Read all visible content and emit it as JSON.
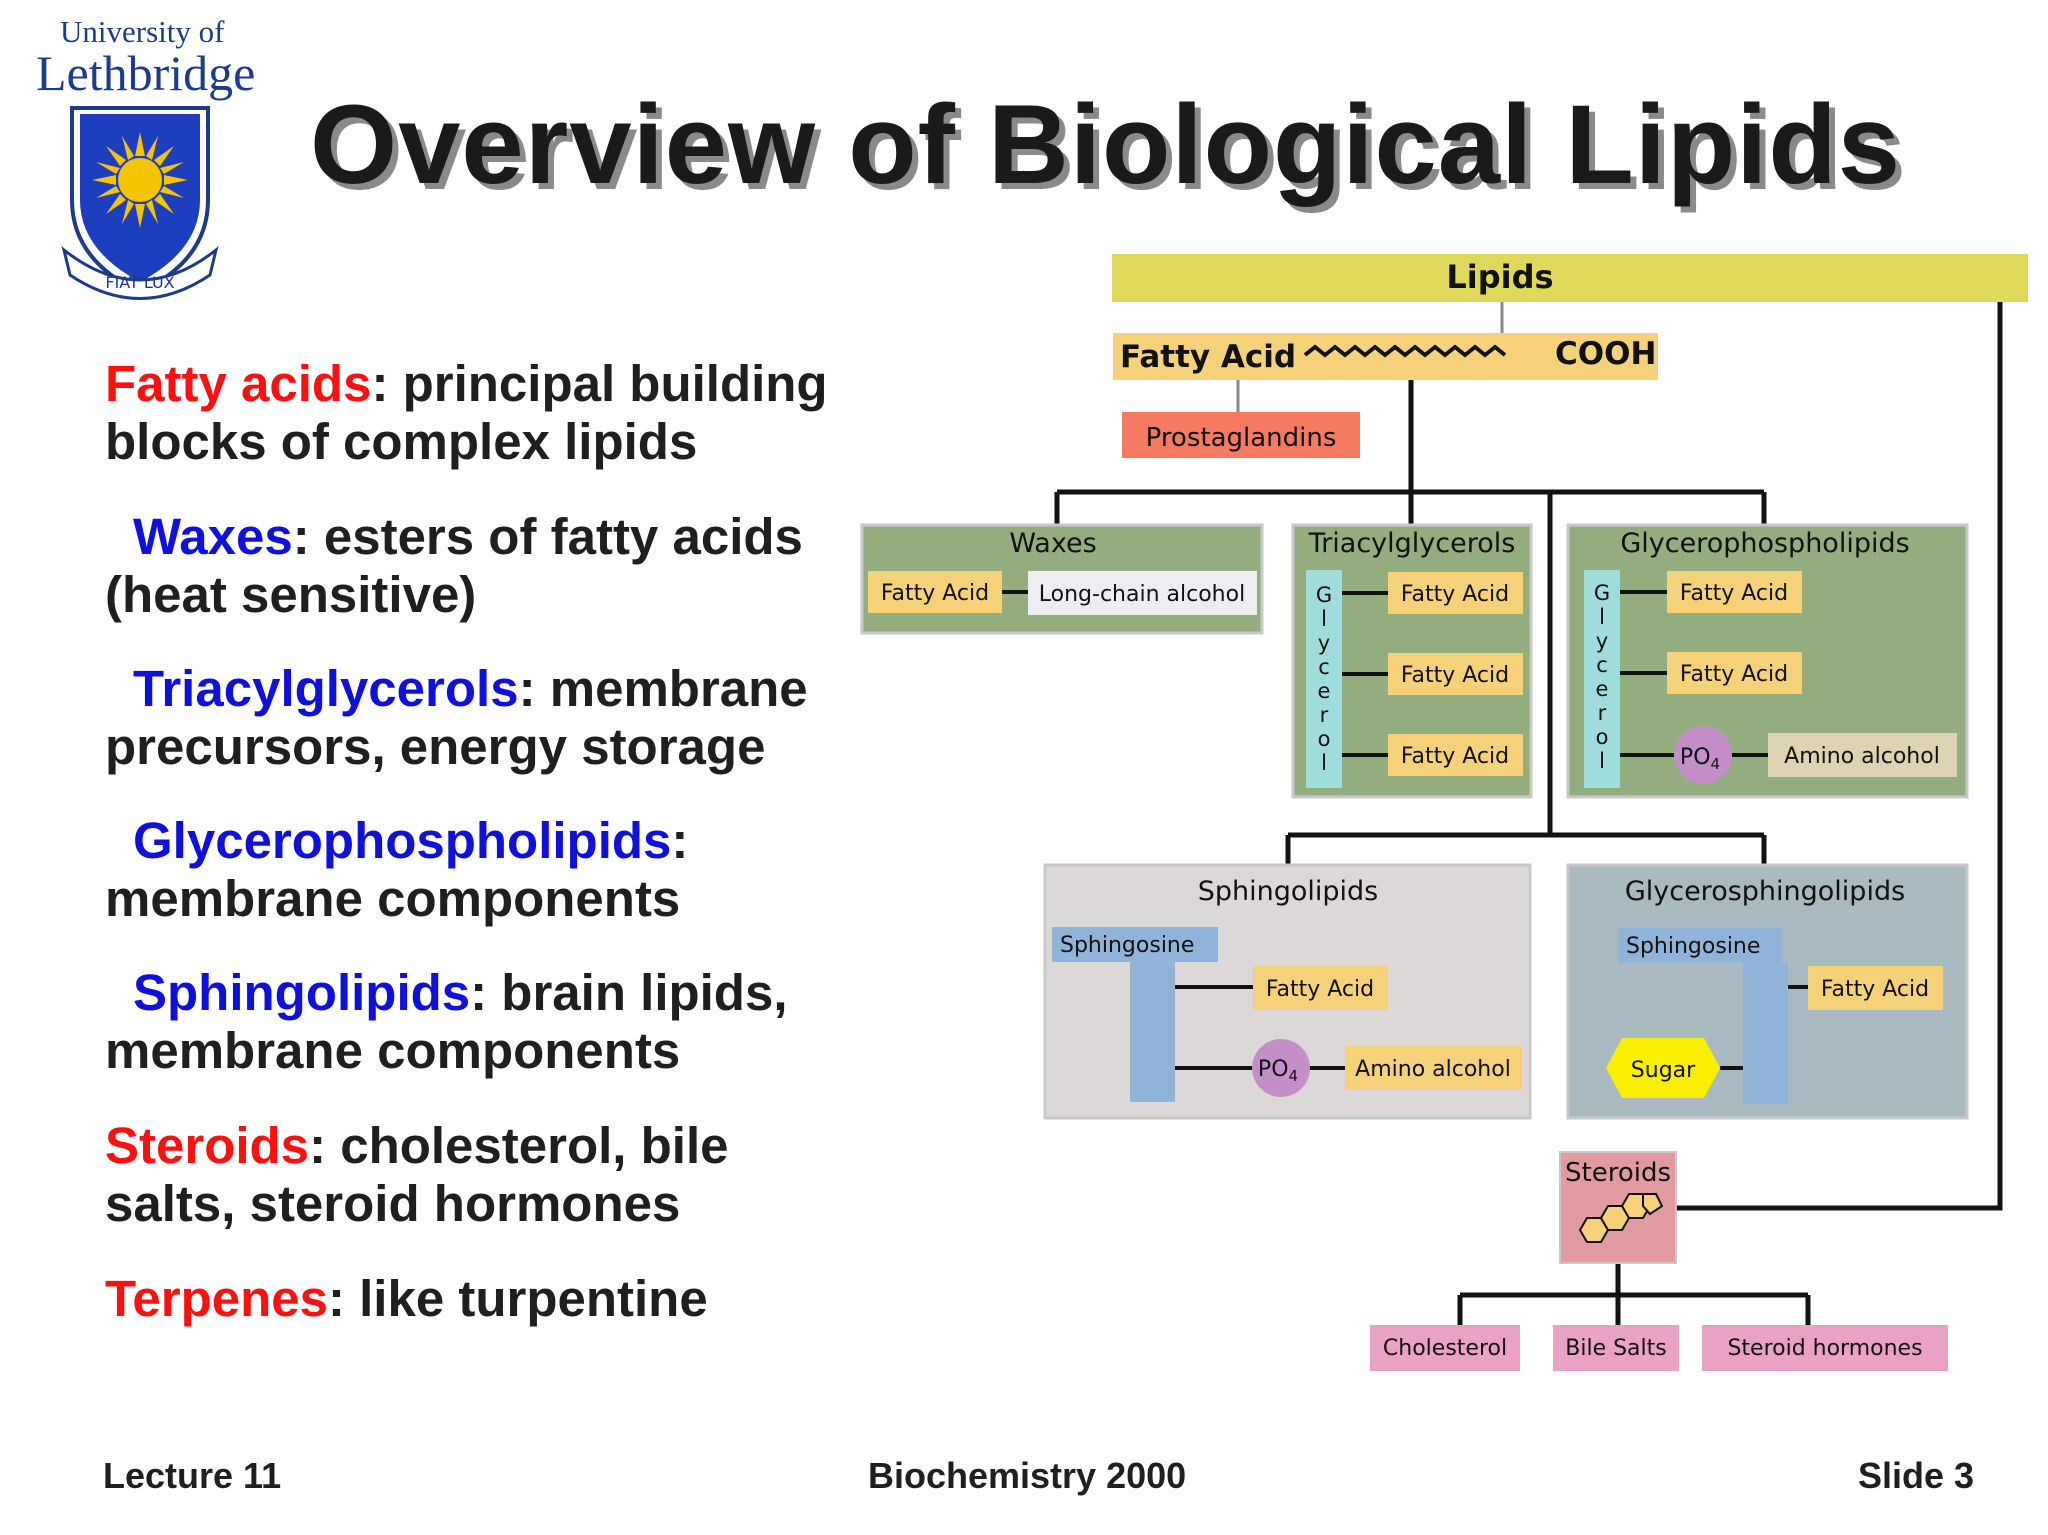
{
  "logo": {
    "line1": "University of",
    "line2": "Lethbridge",
    "motto": "FIAT LUX"
  },
  "title": "Overview of Biological Lipids",
  "bullets": [
    {
      "term": "Fatty acids",
      "desc": ": principal building blocks of complex lipids",
      "color": "#ff1010"
    },
    {
      "term": "Waxes",
      "desc": ": esters of fatty acids (heat sensitive)",
      "color": "#1010dd"
    },
    {
      "term": "Triacylglycerols",
      "desc": ": membrane precursors, energy storage",
      "color": "#1010dd"
    },
    {
      "term": "Glycerophospholipids",
      "desc": ": membrane components",
      "color": "#1010dd"
    },
    {
      "term": "Sphingolipids",
      "desc": ": brain lipids, membrane components",
      "color": "#1010dd"
    },
    {
      "term": "Steroids",
      "desc": ": cholesterol, bile salts, steroid hormones",
      "color": "#ff1010"
    },
    {
      "term": "Terpenes",
      "desc": ": like turpentine",
      "color": "#ff1010"
    }
  ],
  "diagram": {
    "lipids": "Lipids",
    "fatty_acid": "Fatty Acid",
    "cooh": "COOH",
    "prostaglandins": "Prostaglandins",
    "waxes": {
      "title": "Waxes",
      "fatty_acid": "Fatty Acid",
      "alcohol": "Long-chain alcohol"
    },
    "triacylglycerols": {
      "title": "Triacylglycerols",
      "glycerol": "Glycerol",
      "fatty_acids": [
        "Fatty Acid",
        "Fatty Acid",
        "Fatty Acid"
      ]
    },
    "glycerophospholipids": {
      "title": "Glycerophospholipids",
      "glycerol": "Glycerol",
      "fatty_acids": [
        "Fatty Acid",
        "Fatty Acid"
      ],
      "po4": "PO",
      "po4_sub": "4",
      "amino_alcohol": "Amino alcohol"
    },
    "sphingolipids": {
      "title": "Sphingolipids",
      "sphingosine": "Sphingosine",
      "fatty_acid": "Fatty Acid",
      "po4": "PO",
      "po4_sub": "4",
      "amino_alcohol": "Amino alcohol"
    },
    "glycerosphingolipids": {
      "title": "Glycerosphingolipids",
      "sphingosine": "Sphingosine",
      "fatty_acid": "Fatty Acid",
      "sugar": "Sugar"
    },
    "steroids": {
      "title": "Steroids",
      "children": [
        "Cholesterol",
        "Bile Salts",
        "Steroid hormones"
      ]
    }
  },
  "footer": {
    "left": "Lecture 11",
    "center": "Biochemistry 2000",
    "right": "Slide 3"
  },
  "colors": {
    "lipids_bar": "#e0d85a",
    "fatty_acid_box": "#f5d27a",
    "prostaglandins": "#f47b62",
    "green_panel": "#94ad7e",
    "glycerol": "#9fdcdc",
    "po4": "#c48fc9",
    "amino_alcohol": "#ddd3b1",
    "sphingo_panel": "#dcd8d8",
    "glycerosphingo_panel": "#a9b9c0",
    "sphingosine": "#8fb4d8",
    "sugar": "#f8f000",
    "steroids_box": "#e09aa0",
    "steroid_children": "#eaa1c6"
  }
}
